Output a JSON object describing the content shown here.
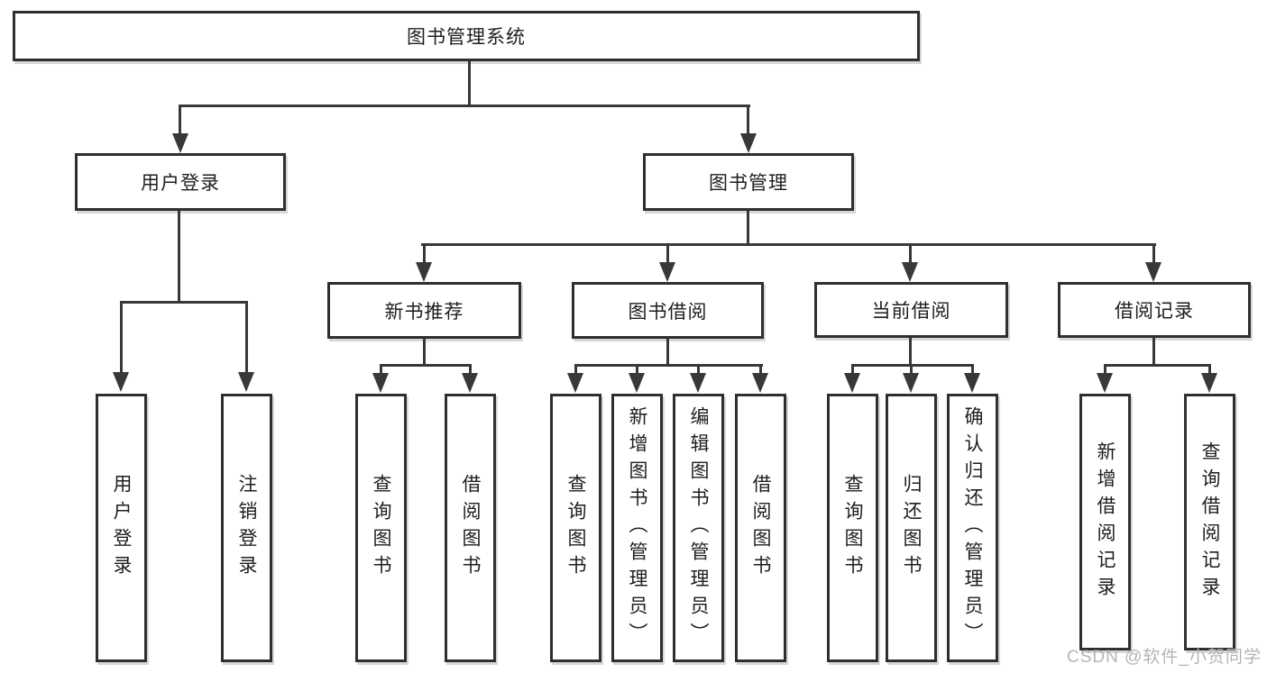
{
  "diagram": {
    "title": "图书管理系统",
    "root": {
      "label": "图书管理系统"
    },
    "level2": [
      {
        "label": "用户登录"
      },
      {
        "label": "图书管理"
      }
    ],
    "level3": [
      {
        "label": "新书推荐"
      },
      {
        "label": "图书借阅"
      },
      {
        "label": "当前借阅"
      },
      {
        "label": "借阅记录"
      }
    ],
    "leaves": {
      "login": [
        "用户登录",
        "注销登录"
      ],
      "recommend": [
        "查询图书",
        "借阅图书"
      ],
      "borrow": [
        "查询图书",
        "新增图书（管理员）",
        "编辑图书（管理员）",
        "借阅图书"
      ],
      "current": [
        "查询图书",
        "归还图书",
        "确认归还（管理员）"
      ],
      "records": [
        "新增借阅记录",
        "查询借阅记录"
      ]
    }
  },
  "watermark": "CSDN @软件_小贺同学",
  "colors": {
    "line": "#383838",
    "box_border": "#2f2f2f",
    "text": "#1e1e1e",
    "background": "#ffffff",
    "watermark": "#b5b5b5"
  }
}
